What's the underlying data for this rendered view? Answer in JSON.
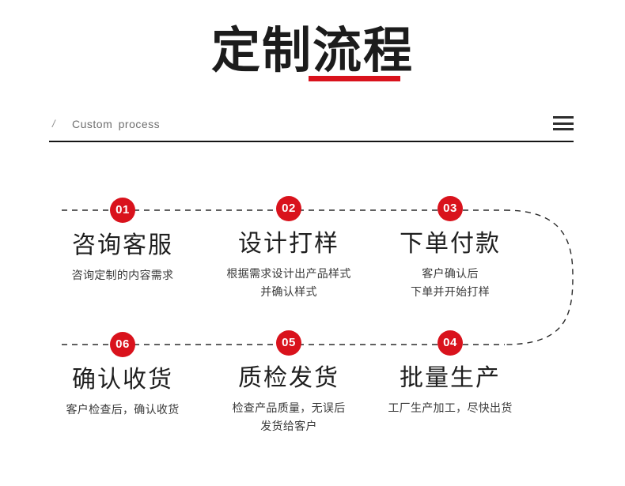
{
  "header": {
    "title": "定制流程",
    "title_highlight_chars": "流程",
    "slash": "/",
    "subtitle": "Custom  process",
    "menu_icon": "hamburger-icon"
  },
  "colors": {
    "accent_red": "#d9121c",
    "title_text": "#1c1c1c",
    "rule": "#151515",
    "subtitle_text": "#6f6f6f",
    "background": "#ffffff"
  },
  "flow": {
    "steps": [
      {
        "number": "01",
        "title": "咨询客服",
        "desc_lines": [
          "咨询定制的内容需求"
        ]
      },
      {
        "number": "02",
        "title": "设计打样",
        "desc_lines": [
          "根据需求设计出产品样式",
          "并确认样式"
        ]
      },
      {
        "number": "03",
        "title": "下单付款",
        "desc_lines": [
          "客户确认后",
          "下单并开始打样"
        ]
      },
      {
        "number": "04",
        "title": "批量生产",
        "desc_lines": [
          "工厂生产加工，尽快出货"
        ]
      },
      {
        "number": "05",
        "title": "质检发货",
        "desc_lines": [
          "检查产品质量，无误后",
          "发货给客户"
        ]
      },
      {
        "number": "06",
        "title": "确认收货",
        "desc_lines": [
          "客户检查后，确认收货"
        ]
      }
    ]
  }
}
